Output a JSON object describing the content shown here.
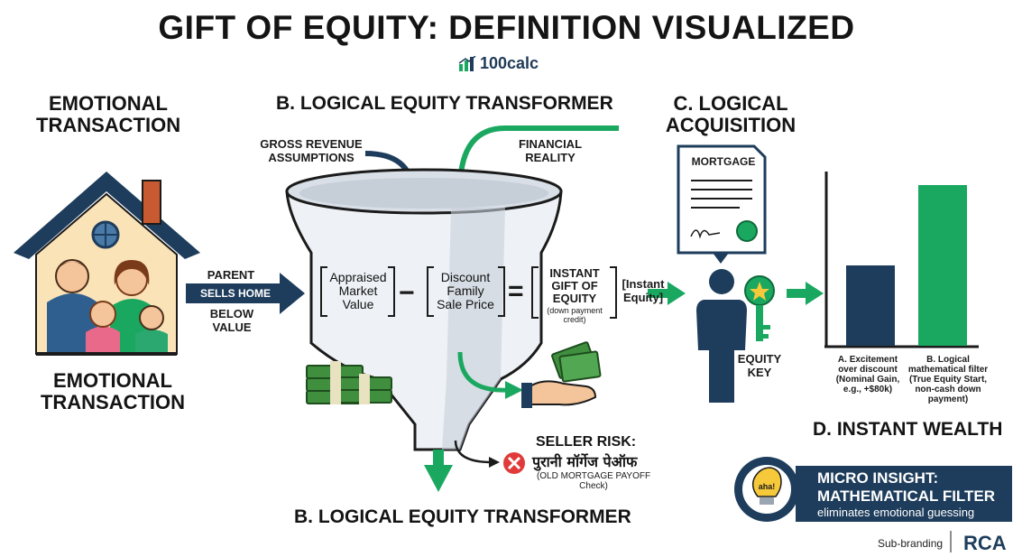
{
  "title": "GIFT OF EQUITY: DEFINITION VISUALIZED",
  "brand": {
    "name": "100calc",
    "icon": "bar-chart-logo-icon"
  },
  "section_emotional_top": "EMOTIONAL TRANSACTION",
  "section_emotional_bottom": "EMOTIONAL TRANSACTION",
  "section_transformer_top": "B. LOGICAL EQUITY TRANSFORMER",
  "section_transformer_bottom": "B. LOGICAL EQUITY TRANSFORMER",
  "section_acquisition": "C. LOGICAL ACQUISITION",
  "section_wealth": "D. INSTANT WEALTH",
  "inputs": {
    "gross_revenue": "GROSS REVENUE ASSUMPTIONS",
    "financial_reality": "FINANCIAL REALITY"
  },
  "parent_label": {
    "line1": "PARENT",
    "line2": "SELLS HOME",
    "line3": "BELOW VALUE"
  },
  "equation": {
    "term1": "Appraised Market Value",
    "minus": "−",
    "term2": "Discount Family Sale Price",
    "equals": "=",
    "result_title": "INSTANT GIFT OF EQUITY",
    "result_note": "(down payment credit)",
    "result_tag": "[Instant Equity]"
  },
  "mortgage_label": "MORTGAGE",
  "equity_key": "EQUITY KEY",
  "seller_risk": {
    "title": "SELLER RISK:",
    "hindi": "पुरानी मॉर्गेज पेऑफ",
    "note": "(OLD MORTGAGE PAYOFF Check)"
  },
  "bars": {
    "a_label": "A. Excitement over discount (Nominal Gain, e.g., +$80k)",
    "b_label": "B. Logical mathematical filter (True Equity Start, non-cash down payment)",
    "a_value": 0.5,
    "b_value": 1.0,
    "a_color": "#1e3d5c",
    "b_color": "#1aa860"
  },
  "micro_insight": {
    "badge": "aha!",
    "line1": "MICRO INSIGHT:",
    "line2": "MATHEMATICAL FILTER",
    "line3": "eliminates emotional guessing"
  },
  "footer": {
    "sub_branding": "Sub-branding",
    "logo": "RCA"
  },
  "colors": {
    "navy": "#1e3d5c",
    "green": "#1aa860"
  }
}
